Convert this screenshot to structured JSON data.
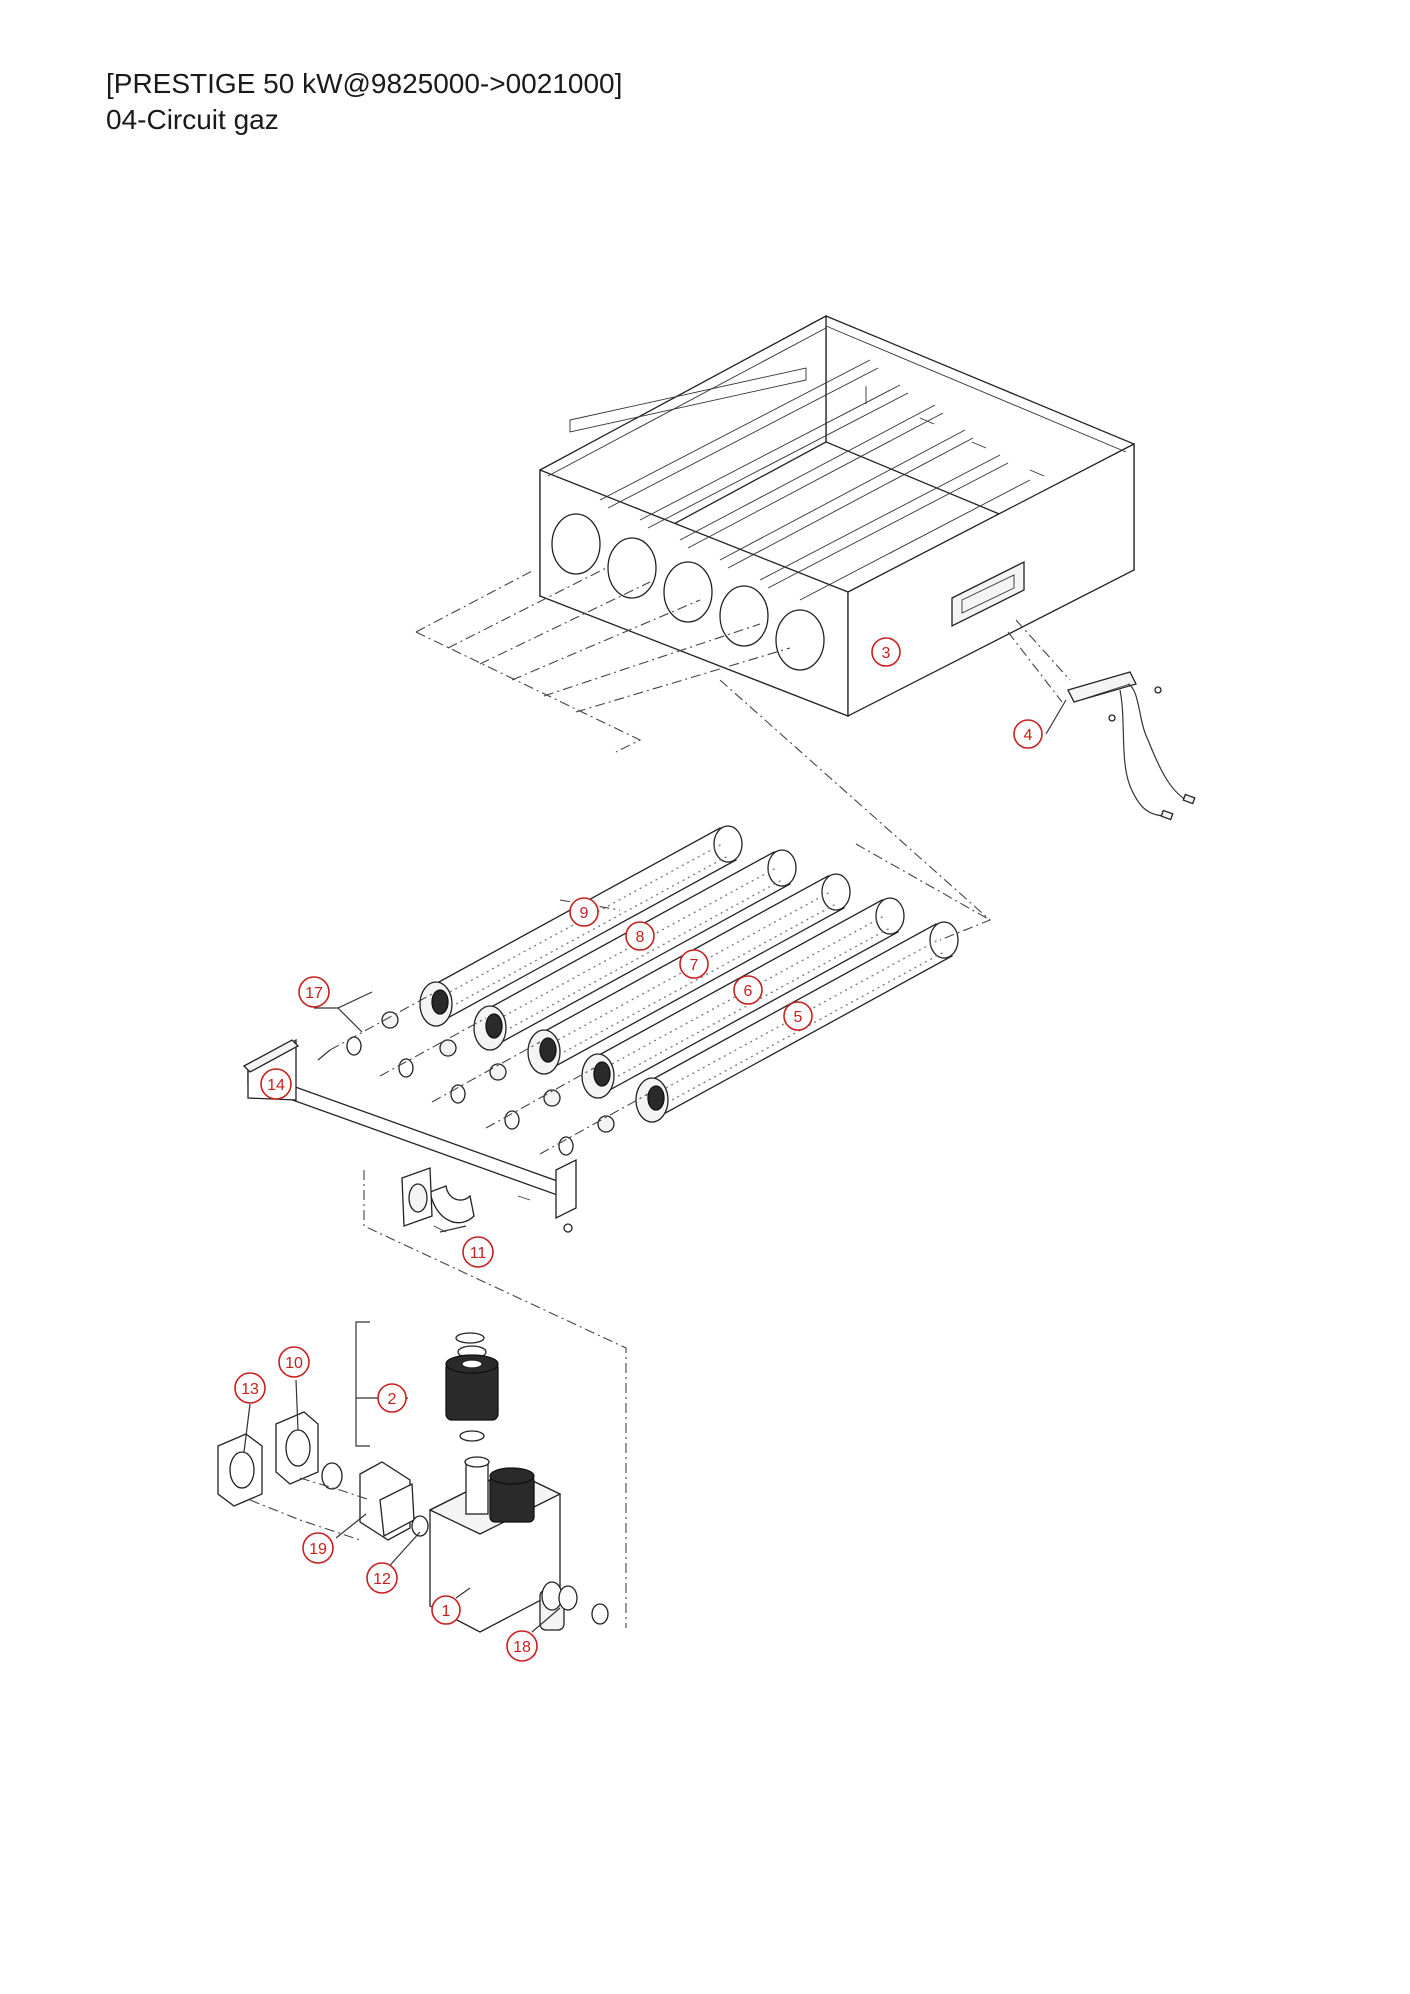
{
  "header": {
    "title": "[PRESTIGE 50 kW@9825000->0021000]",
    "subtitle": "04-Circuit gaz"
  },
  "callouts": [
    {
      "id": "c1",
      "label": "1"
    },
    {
      "id": "c2",
      "label": "2"
    },
    {
      "id": "c3",
      "label": "3"
    },
    {
      "id": "c4",
      "label": "4"
    },
    {
      "id": "c5",
      "label": "5"
    },
    {
      "id": "c6",
      "label": "6"
    },
    {
      "id": "c7",
      "label": "7"
    },
    {
      "id": "c8",
      "label": "8"
    },
    {
      "id": "c9",
      "label": "9"
    },
    {
      "id": "c10",
      "label": "10"
    },
    {
      "id": "c11",
      "label": "11"
    },
    {
      "id": "c12",
      "label": "12"
    },
    {
      "id": "c13",
      "label": "13"
    },
    {
      "id": "c14",
      "label": "14"
    },
    {
      "id": "c17",
      "label": "17"
    },
    {
      "id": "c18",
      "label": "18"
    },
    {
      "id": "c19",
      "label": "19"
    }
  ],
  "colors": {
    "callout": "#c8201e",
    "line": "#222222"
  }
}
